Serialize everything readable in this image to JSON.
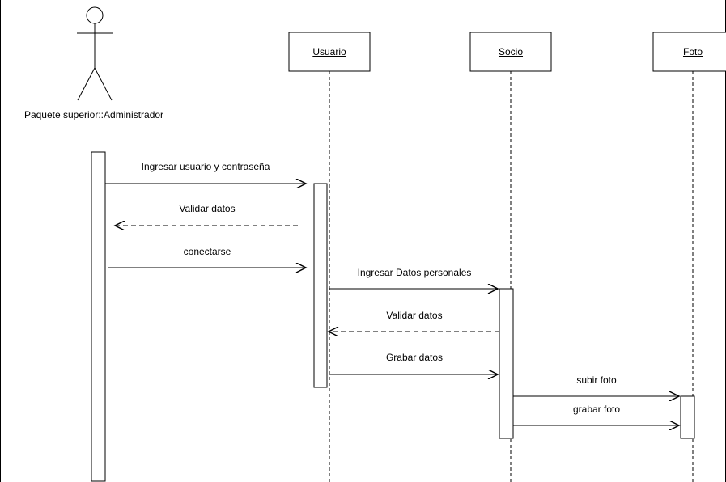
{
  "actor": {
    "label": "Paquete superior::Administrador",
    "icon": "stick-figure-actor-icon"
  },
  "objects": [
    {
      "key": "usuario",
      "label": "Usuario"
    },
    {
      "key": "socio",
      "label": "Socio"
    },
    {
      "key": "foto",
      "label": "Foto"
    }
  ],
  "messages": [
    {
      "key": "ingresar-usuario",
      "label": "Ingresar usuario y contraseña",
      "from": "actor",
      "to": "usuario",
      "style": "sync"
    },
    {
      "key": "validar-datos-1",
      "label": "Validar datos",
      "from": "usuario",
      "to": "actor",
      "style": "return"
    },
    {
      "key": "conectarse",
      "label": "conectarse",
      "from": "actor",
      "to": "usuario",
      "style": "sync"
    },
    {
      "key": "ingresar-datos-personales",
      "label": "Ingresar Datos personales",
      "from": "usuario",
      "to": "socio",
      "style": "sync"
    },
    {
      "key": "validar-datos-2",
      "label": "Validar datos",
      "from": "socio",
      "to": "usuario",
      "style": "return"
    },
    {
      "key": "grabar-datos",
      "label": "Grabar datos",
      "from": "usuario",
      "to": "socio",
      "style": "sync"
    },
    {
      "key": "subir-foto",
      "label": "subir foto",
      "from": "socio",
      "to": "foto",
      "style": "sync"
    },
    {
      "key": "grabar-foto",
      "label": "grabar foto",
      "from": "socio",
      "to": "foto",
      "style": "sync"
    }
  ],
  "colors": {
    "line": "#000000",
    "background": "#ffffff"
  }
}
